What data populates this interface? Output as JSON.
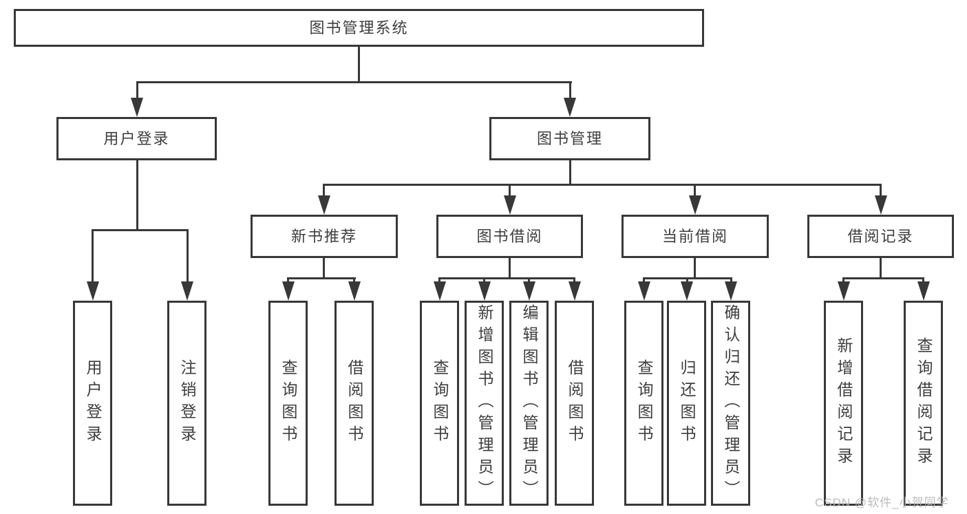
{
  "diagram": {
    "root": "图书管理系统",
    "level2": [
      "用户登录",
      "图书管理"
    ],
    "level3": [
      "新书推荐",
      "图书借阅",
      "当前借阅",
      "借阅记录"
    ],
    "leaves": [
      "用户登录",
      "注销登录",
      "查询图书",
      "借阅图书",
      "查询图书",
      "新增图书（管理员）",
      "编辑图书（管理员）",
      "借阅图书",
      "查询图书",
      "归还图书",
      "确认归还（管理员）",
      "新增借阅记录",
      "查询借阅记录"
    ]
  },
  "watermark": "CSDN @软件_小贺同学",
  "colors": {
    "line": "#383838",
    "text": "#3e3e3e",
    "watermark": "#b4b4b4",
    "background": "#ffffff"
  }
}
